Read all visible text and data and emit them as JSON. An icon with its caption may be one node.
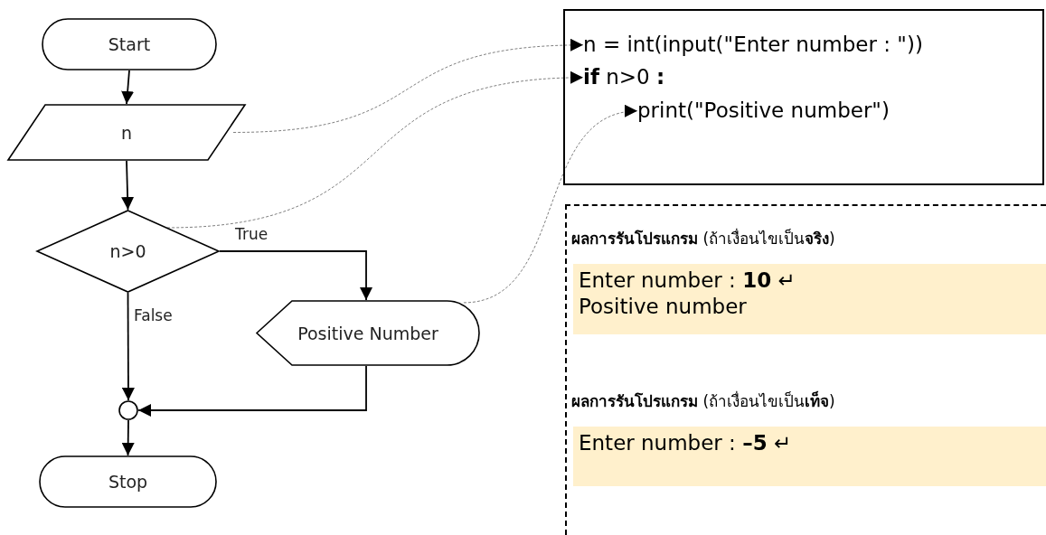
{
  "diagram": {
    "nodes": [
      {
        "text": [
          "Start"
        ]
      },
      {
        "text": [
          "n"
        ]
      },
      {
        "text": [
          "n>0"
        ]
      },
      {
        "text": [
          "Positive Number"
        ]
      },
      {
        "text": [],
        "shape": "circle"
      },
      {
        "text": [
          "Stop"
        ]
      },
      {
        "text": [],
        "shape": "box"
      },
      {
        "text": [
          "n = int(input(\"Enter number : \"))"
        ],
        "in": 6
      },
      {
        "text": [
          "**if** n>0 **:**"
        ],
        "in": 6
      },
      {
        "text": [
          "print(\"Positive number\")"
        ],
        "in": 6
      },
      {
        "text": [],
        "shape": "box"
      },
      {
        "text": [
          "Enter number :  **10** ↵",
          "Positive number"
        ],
        "in": 10
      },
      {
        "text": [
          "Enter number :  **–5** ↵"
        ],
        "in": 10
      }
    ],
    "edges": [
      {
        "from": 0,
        "to": 1,
        "arrow": "to"
      },
      {
        "from": 1,
        "to": 2,
        "arrow": "to"
      },
      {
        "from": 2,
        "to": 3,
        "arrow": "to",
        "label": "True"
      },
      {
        "from": 2,
        "to": 4,
        "arrow": "to",
        "label": "False"
      },
      {
        "from": 3,
        "to": 4,
        "arrow": "to"
      },
      {
        "from": 4,
        "to": 5,
        "arrow": "to"
      },
      {
        "from": 1,
        "to": 7,
        "arrow": "to",
        "style": "dashed",
        "color": "#808080"
      },
      {
        "from": 2,
        "to": 8,
        "arrow": "to",
        "style": "dashed",
        "color": "#808080"
      },
      {
        "from": 3,
        "to": 9,
        "arrow": "to",
        "style": "dashed",
        "color": "#808080"
      }
    ],
    "labels": [
      "**ผลการรันโปรแกรม** (ถ้าเงื่อนไขเป็น**จริง**)",
      "**ผลการรันโปรแกรม** (ถ้าเงื่อนไขเป็น**เท็จ**)"
    ]
  }
}
